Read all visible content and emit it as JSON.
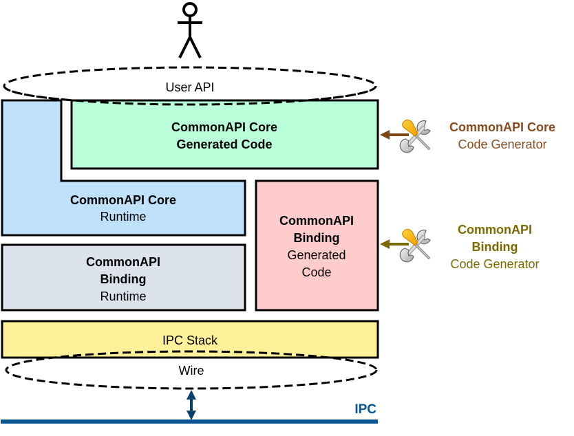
{
  "actor": {
    "icon": "stick-figure-user-icon"
  },
  "user_api": {
    "label": "User API"
  },
  "core_generated": {
    "line1": "CommonAPI Core",
    "line2": "Generated Code",
    "fill": "#b9ffd9"
  },
  "core_runtime": {
    "line1": "CommonAPI Core",
    "line2": "Runtime",
    "fill": "#bfe1fb"
  },
  "binding_runtime": {
    "line1": "CommonAPI",
    "line2": "Binding",
    "line3": "Runtime",
    "fill": "#dce3ed"
  },
  "binding_generated": {
    "line1": "CommonAPI",
    "line2": "Binding",
    "line3": "Generated",
    "line4": "Code",
    "fill": "#ffcccc"
  },
  "ipc_stack": {
    "label": "IPC Stack",
    "fill": "#fff09a"
  },
  "wire": {
    "label": "Wire"
  },
  "ipc": {
    "label": "IPC",
    "color": "#0a5591"
  },
  "core_generator": {
    "line1": "CommonAPI Core",
    "line2": "Code Generator",
    "color": "#8b4a1e",
    "icon": "tools-icon"
  },
  "binding_generator": {
    "line1": "CommonAPI",
    "line2": "Binding",
    "line3": "Code Generator",
    "color": "#7a6a00",
    "icon": "tools-icon"
  }
}
